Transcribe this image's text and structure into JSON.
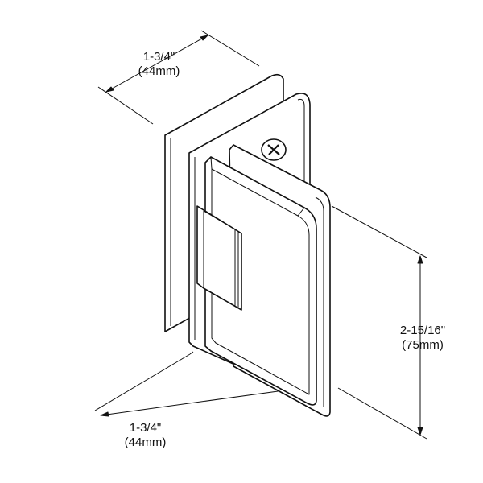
{
  "dimensions": {
    "depth": {
      "imperial": "1-3/4\"",
      "metric": "(44mm)"
    },
    "height": {
      "imperial": "2-15/16\"",
      "metric": "(75mm)"
    },
    "width": {
      "imperial": "1-3/4\"",
      "metric": "(44mm)"
    }
  },
  "colors": {
    "line": "#111111",
    "fill": "#ffffff"
  }
}
